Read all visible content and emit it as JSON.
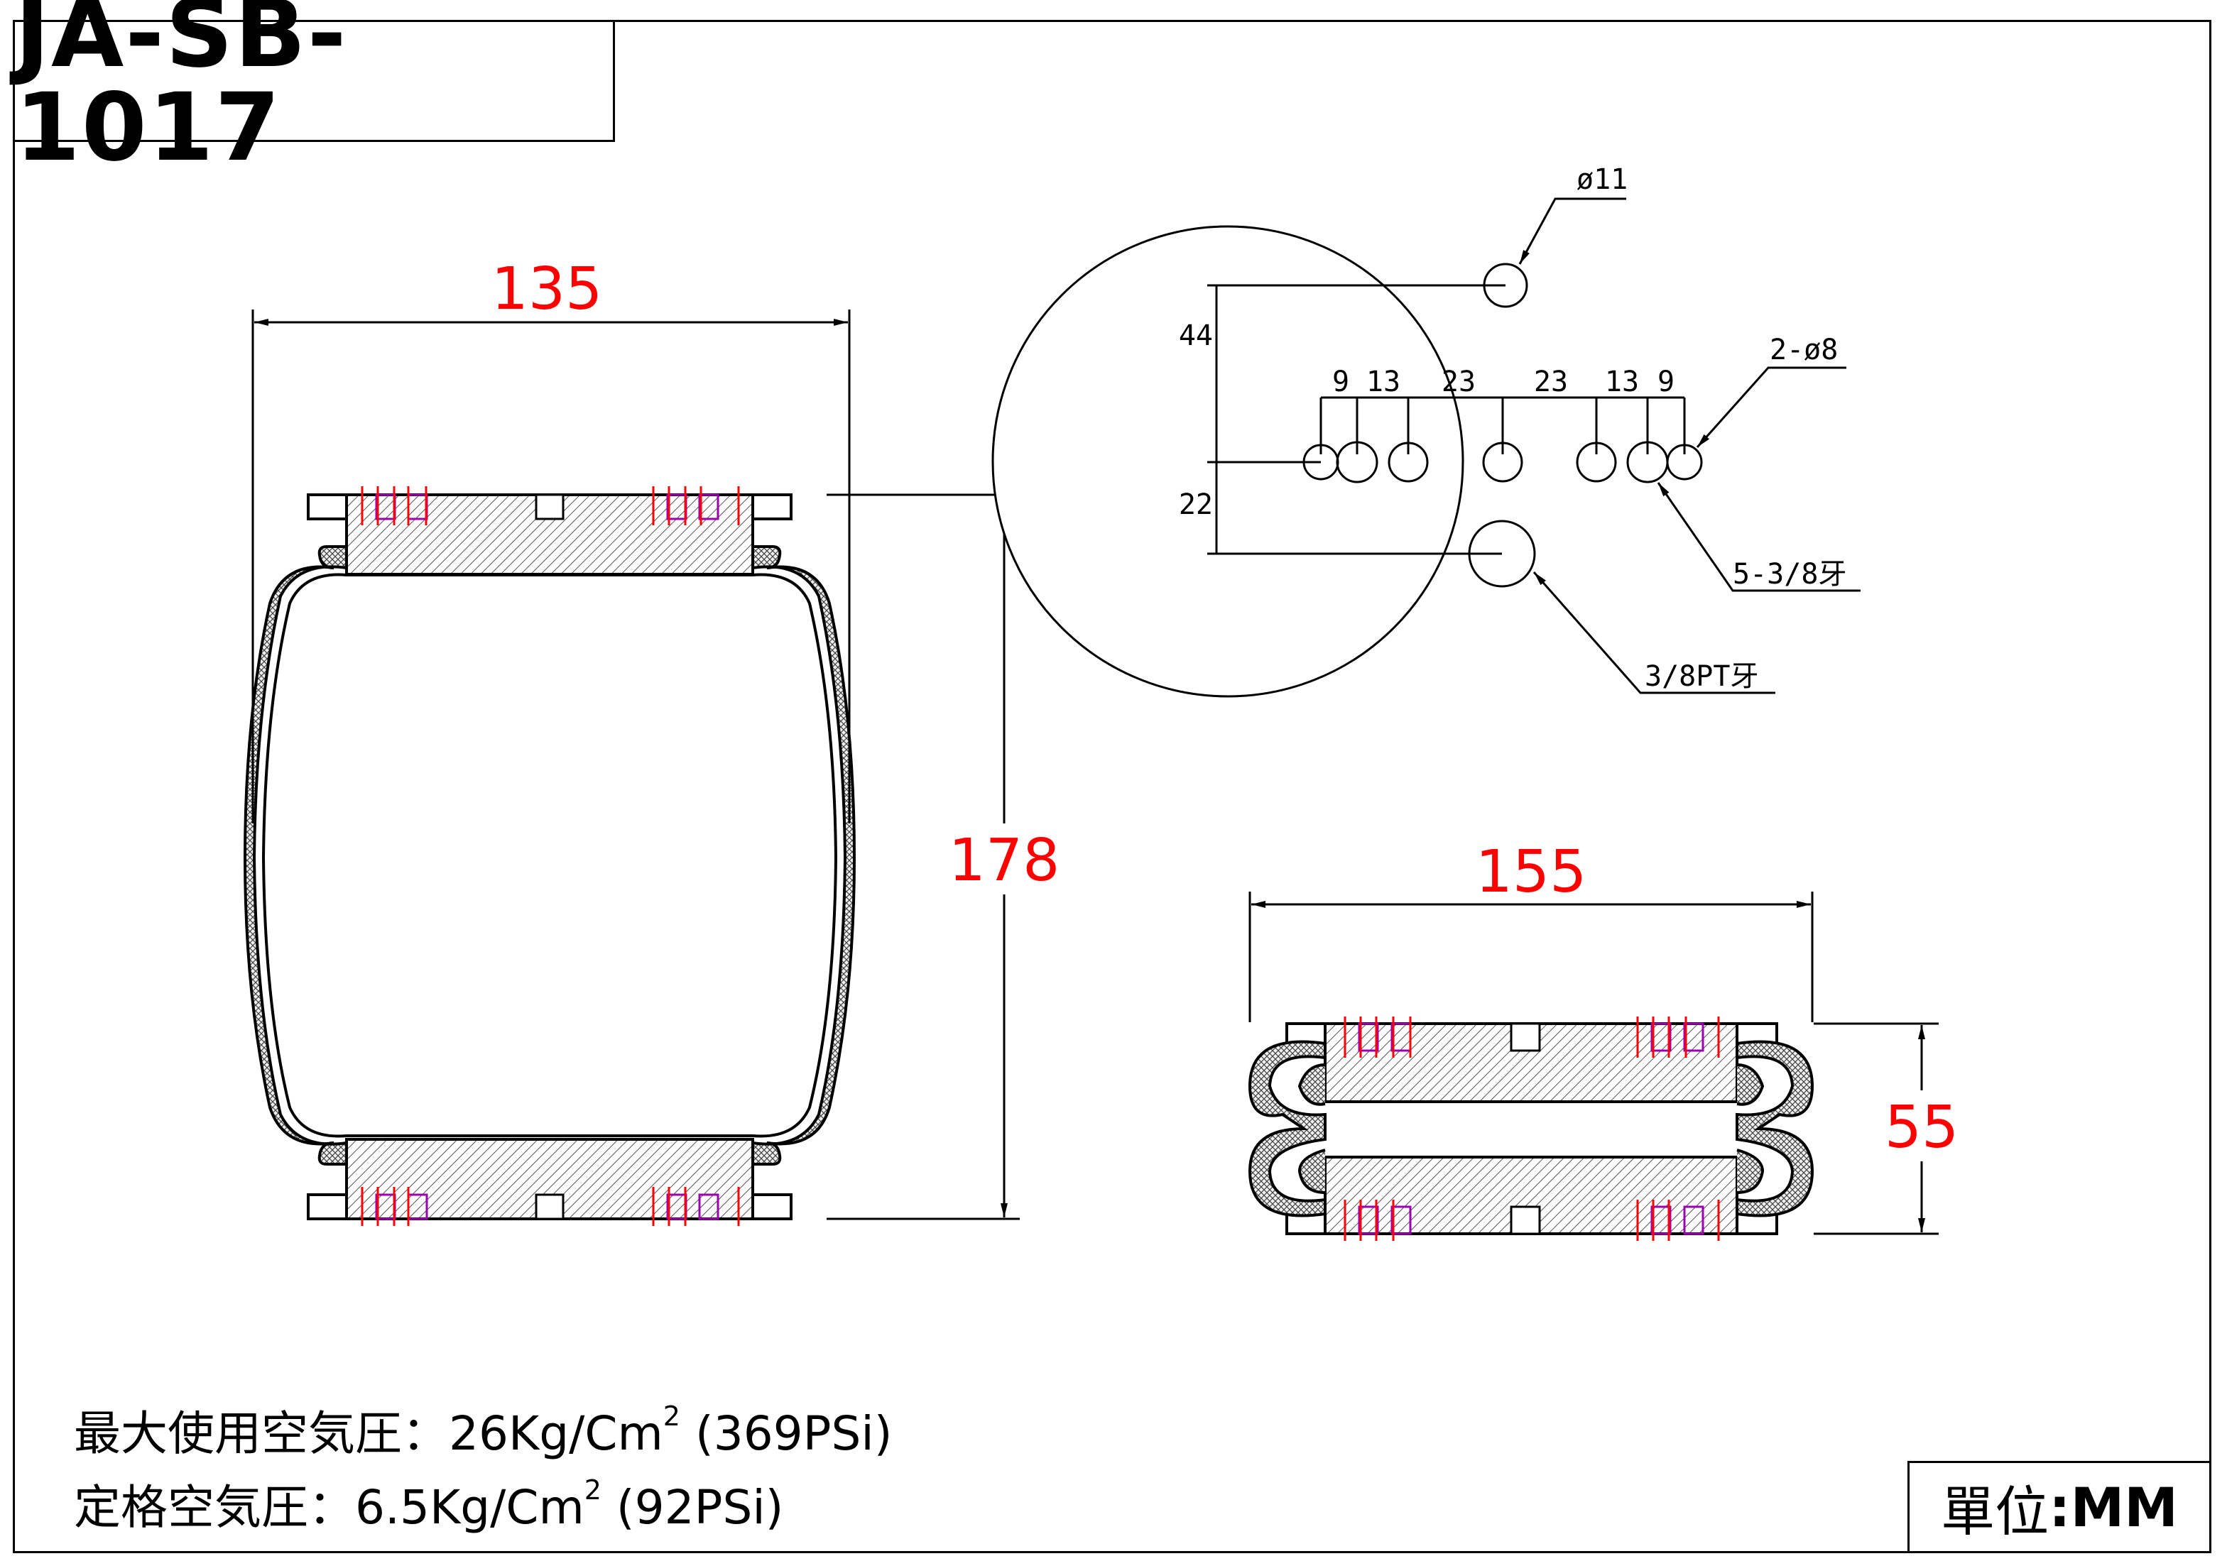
{
  "title": "JA-SB-1017",
  "unit": {
    "label": "單位",
    "value": ":MM"
  },
  "specs": {
    "max_pressure": {
      "label": "最大使用空気圧：26Kg/Cm",
      "sup": "2",
      "tail": " (369PSi)"
    },
    "rated_pressure": {
      "label": "定格空気圧：6.5Kg/Cm",
      "sup": "2",
      "tail": " (92PSi)"
    }
  },
  "side_view": {
    "width_label": "135",
    "height_label": "178"
  },
  "compressed_view": {
    "width_label": "155",
    "height_label": "55"
  },
  "top_view": {
    "hole_top": "ø11",
    "hole_pair": "2-ø8",
    "dim_44": "44",
    "dim_22": "22",
    "spacing": [
      "9",
      "13",
      "23",
      "23",
      "13",
      "9"
    ],
    "thread_small": "5-3/8牙",
    "thread_port": "3/8PT牙"
  },
  "colors": {
    "dimension": "#ff0000",
    "stroke": "#000000",
    "bolt_purple": "#9b00b0"
  }
}
